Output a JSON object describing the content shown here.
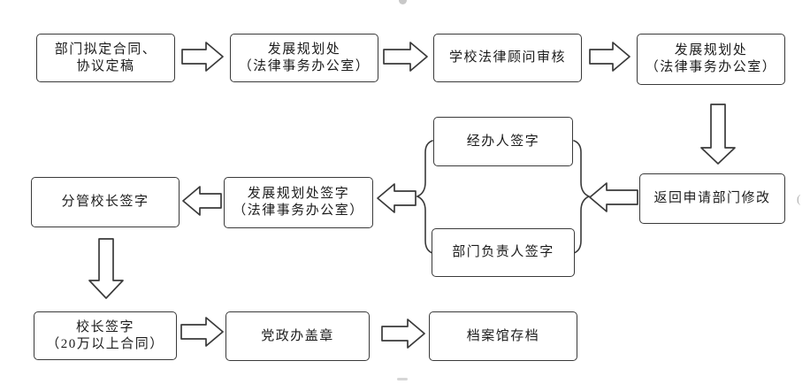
{
  "flow": {
    "nodes": [
      {
        "name": "department-draft",
        "lines": [
          "部门拟定合同、",
          "协议定稿"
        ]
      },
      {
        "name": "planning-office-1",
        "lines": [
          "发展规划处",
          "（法律事务办公室）"
        ]
      },
      {
        "name": "legal-counsel-review",
        "lines": [
          "学校法律顾问审核"
        ]
      },
      {
        "name": "planning-office-2",
        "lines": [
          "发展规划处",
          "（法律事务办公室）"
        ]
      },
      {
        "name": "return-to-department",
        "lines": [
          "返回申请部门修改"
        ]
      },
      {
        "name": "handler-signature",
        "lines": [
          "经办人签字"
        ]
      },
      {
        "name": "dept-head-signature",
        "lines": [
          "部门负责人签字"
        ]
      },
      {
        "name": "planning-office-signature",
        "lines": [
          "发展规划处签字",
          "（法律事务办公室）"
        ]
      },
      {
        "name": "vice-president-signature",
        "lines": [
          "分管校长签字"
        ]
      },
      {
        "name": "president-signature",
        "lines": [
          "校长签字",
          "（20万以上合同）"
        ]
      },
      {
        "name": "party-admin-office-seal",
        "lines": [
          "党政办盖章"
        ]
      },
      {
        "name": "archive-storage",
        "lines": [
          "档案馆存档"
        ]
      }
    ],
    "colors": {
      "stroke": "#3a3a3a",
      "text": "#1c1c1c",
      "background": "#ffffff"
    },
    "artifacts": {
      "right_mark": "("
    }
  }
}
